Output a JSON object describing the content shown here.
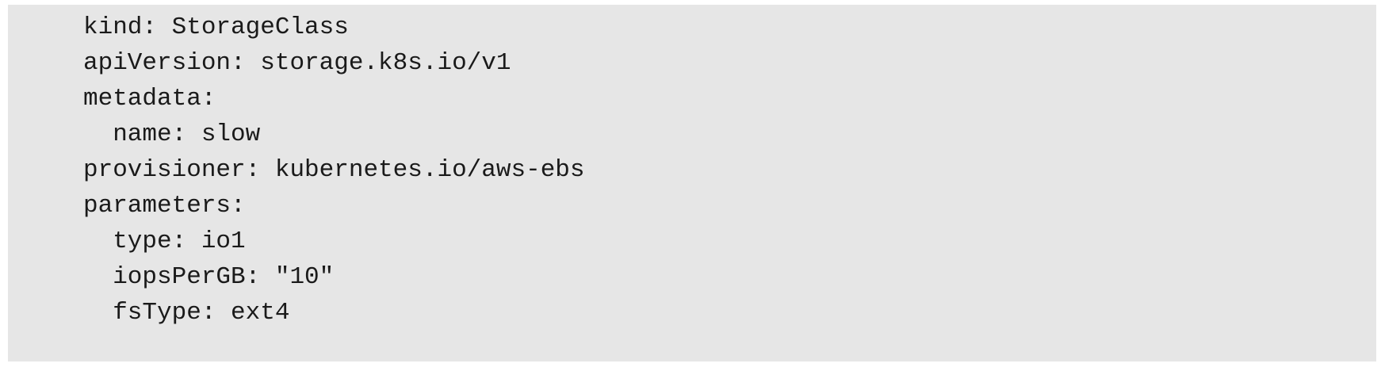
{
  "code_block": {
    "language": "yaml",
    "lines": [
      "kind: StorageClass",
      "apiVersion: storage.k8s.io/v1",
      "metadata:",
      "  name: slow",
      "provisioner: kubernetes.io/aws-ebs",
      "parameters:",
      "  type: io1",
      "  iopsPerGB: \"10\"",
      "  fsType: ext4"
    ]
  }
}
